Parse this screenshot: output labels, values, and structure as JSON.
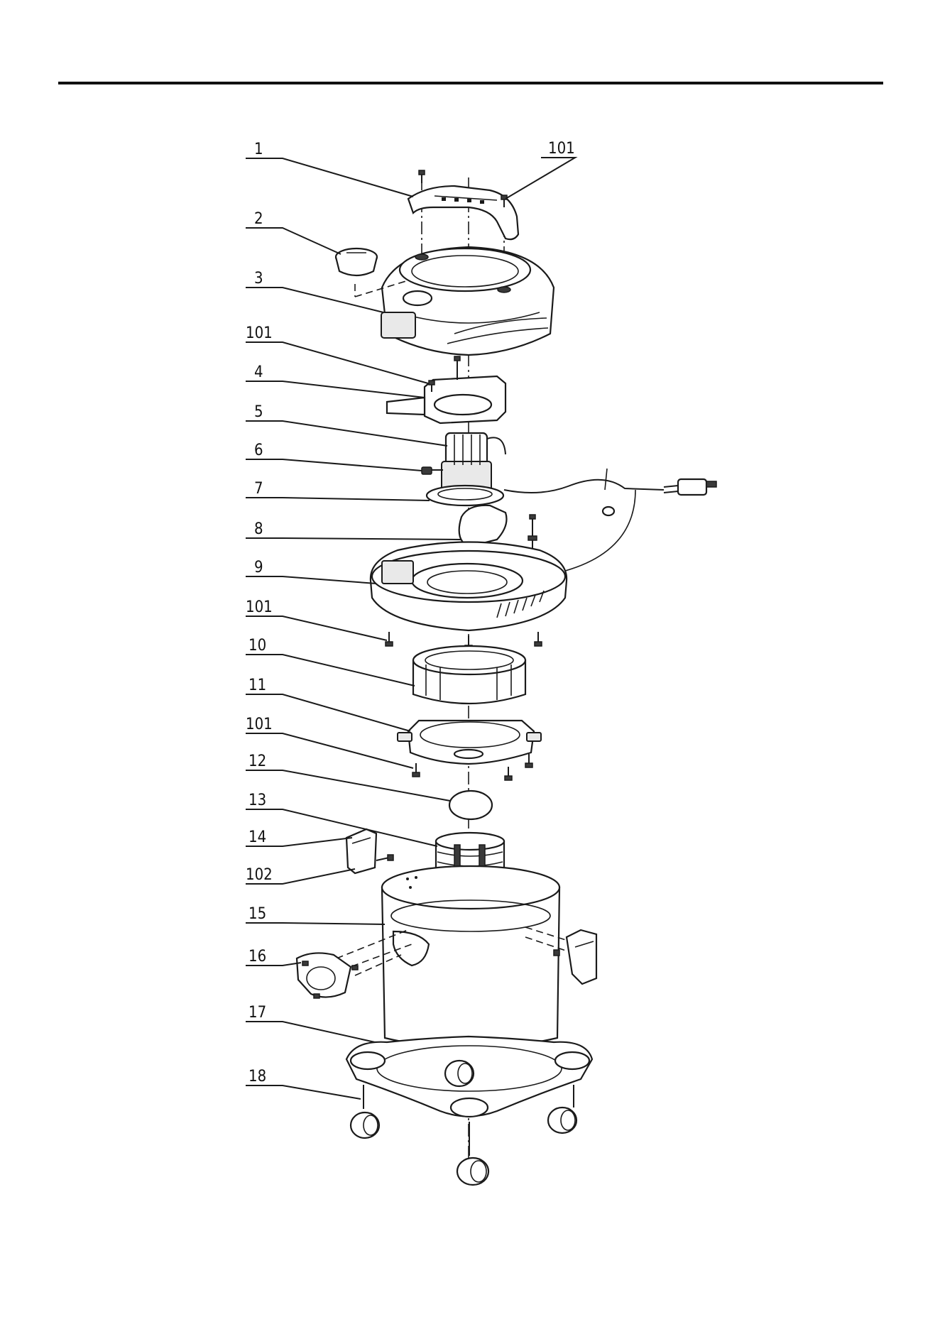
{
  "callouts": [
    {
      "label": "1"
    },
    {
      "label": "101"
    },
    {
      "label": "2"
    },
    {
      "label": "3"
    },
    {
      "label": "101"
    },
    {
      "label": "4"
    },
    {
      "label": "5"
    },
    {
      "label": "6"
    },
    {
      "label": "7"
    },
    {
      "label": "8"
    },
    {
      "label": "9"
    },
    {
      "label": "101"
    },
    {
      "label": "10"
    },
    {
      "label": "11"
    },
    {
      "label": "101"
    },
    {
      "label": "12"
    },
    {
      "label": "13"
    },
    {
      "label": "14"
    },
    {
      "label": "102"
    },
    {
      "label": "15"
    },
    {
      "label": "16"
    },
    {
      "label": "17"
    },
    {
      "label": "18"
    }
  ]
}
